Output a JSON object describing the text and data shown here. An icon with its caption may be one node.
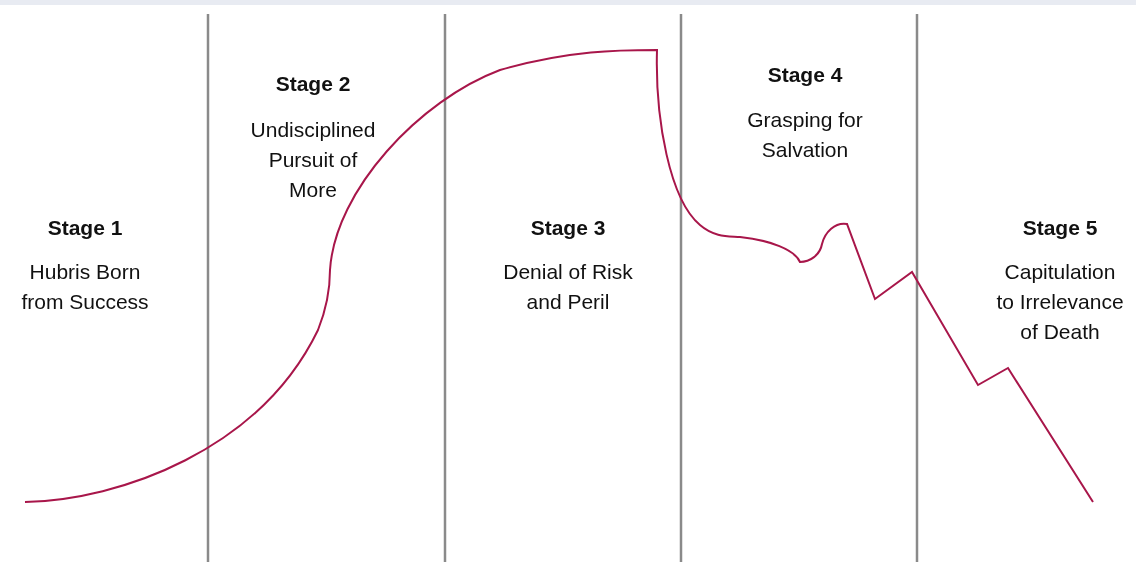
{
  "diagram": {
    "labels": [
      "Stage 1",
      "Hubris Born from Success",
      "Stage 2",
      "Undisciplined Pursuit of More",
      "Stage 3",
      "Denial of Risk and Peril",
      "Stage 4",
      "Grasping for Salvation",
      "Stage 5",
      "Capitulation to Irrelevance of Death"
    ]
  }
}
